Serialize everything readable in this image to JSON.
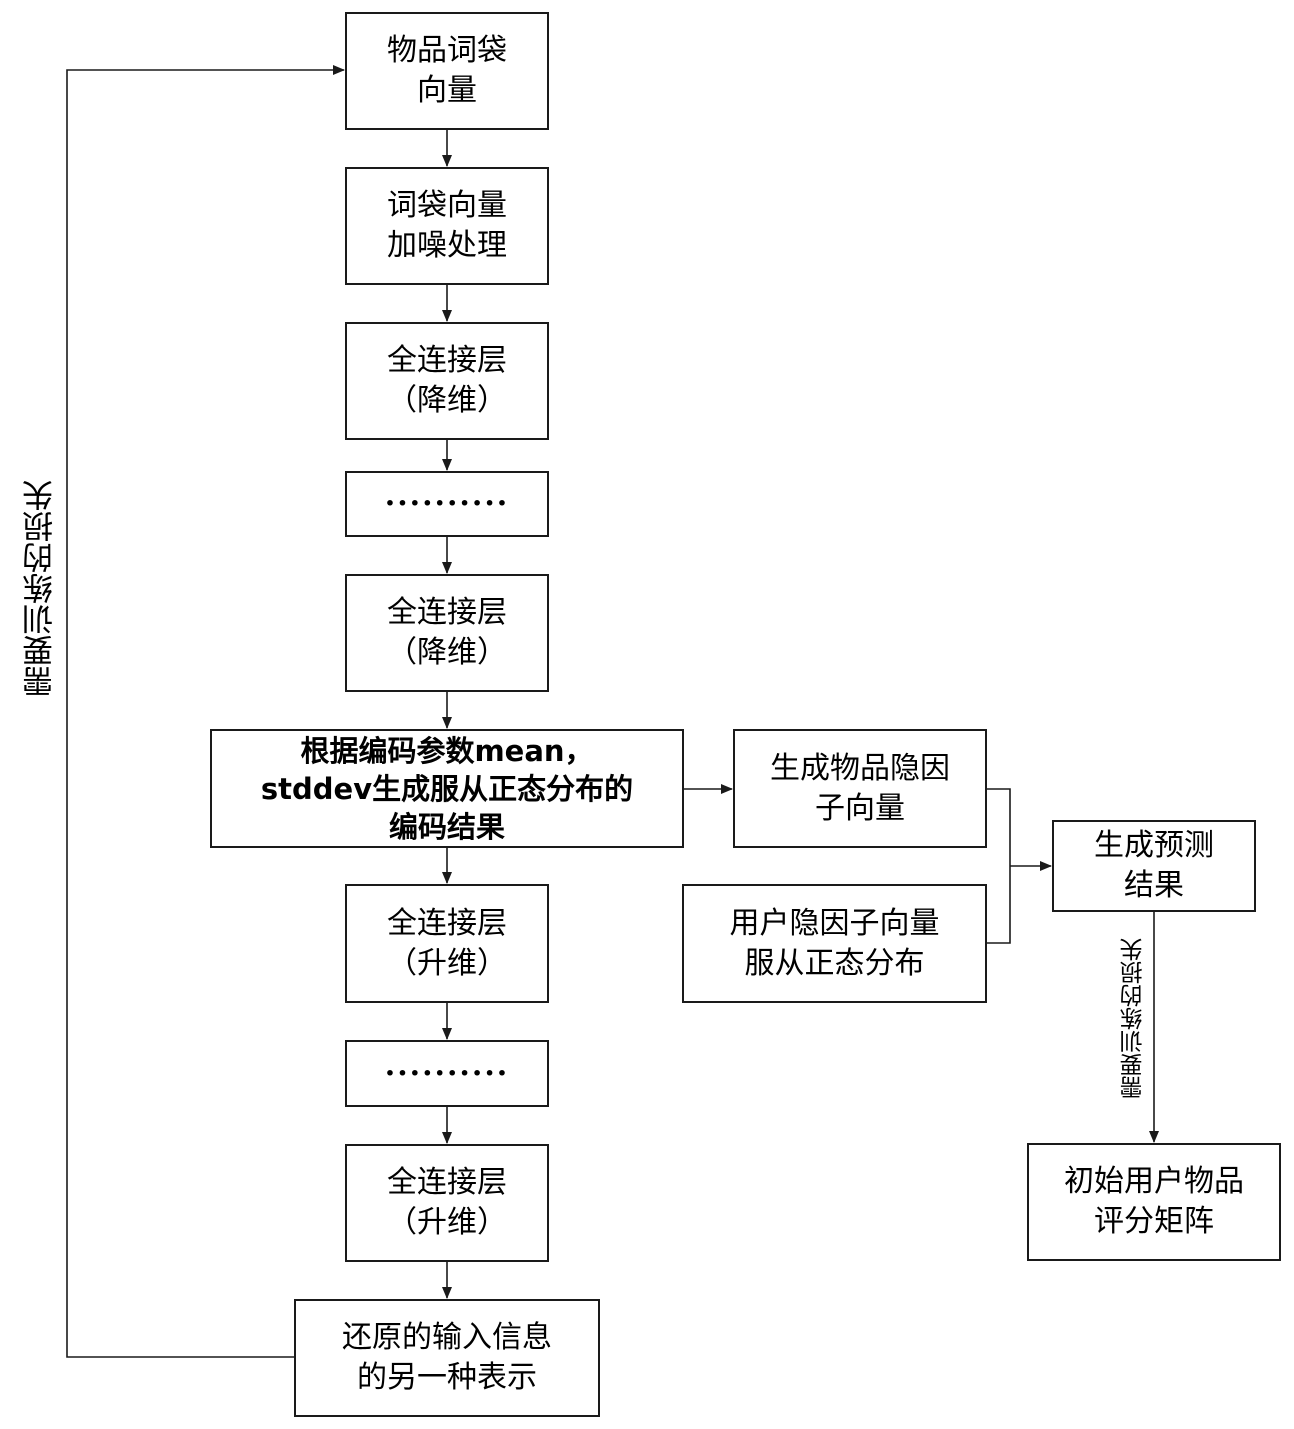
{
  "boxes": {
    "item_bow": [
      "物品词袋",
      "向量"
    ],
    "noise": [
      "词袋向量",
      "加噪处理"
    ],
    "fc_down1": [
      "全连接层",
      "（降维）"
    ],
    "dots1": "··········",
    "fc_down2": [
      "全连接层",
      "（降维）"
    ],
    "encode": [
      "根据编码参数mean，",
      "stddev生成服从正态分布的",
      "编码结果"
    ],
    "item_latent": [
      "生成物品隐因",
      "子向量"
    ],
    "user_latent": [
      "用户隐因子向量",
      "服从正态分布"
    ],
    "predict": [
      "生成预测",
      "结果"
    ],
    "fc_up1": [
      "全连接层",
      "（升维）"
    ],
    "dots2": "··········",
    "fc_up2": [
      "全连接层",
      "（升维）"
    ],
    "restore": [
      "还原的输入信息",
      "的另一种表示"
    ],
    "matrix": [
      "初始用户物品",
      "评分矩阵"
    ]
  },
  "labels": {
    "left_loss": "需要训练的损失",
    "right_loss": "需要训练的损失"
  }
}
